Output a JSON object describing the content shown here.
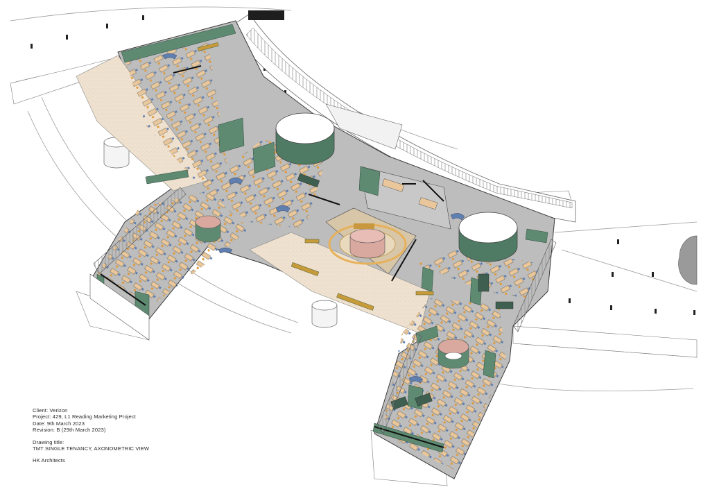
{
  "title_block": {
    "client": "Client: Verizon",
    "project": "Project: 429, L1 Reading Marketing Project",
    "date": "Date: 9th March 2023",
    "revision": "Revision: B (29th March 2023)",
    "drawing_title_label": "Drawing title:",
    "drawing_title": "TMT SINGLE TENANCY, AXONOMETRIC VIEW",
    "architect": "HK Architects"
  },
  "colors": {
    "floor": "#b7b7b7",
    "floor_light": "#cfcfcf",
    "wood": "#e4d8c4",
    "wall_green": "#5e8a72",
    "desk": "#e9c79b",
    "accent_orange": "#e09a3a",
    "accent_blue": "#5f7fb0",
    "pink": "#d9a9a0",
    "line": "#555555"
  }
}
